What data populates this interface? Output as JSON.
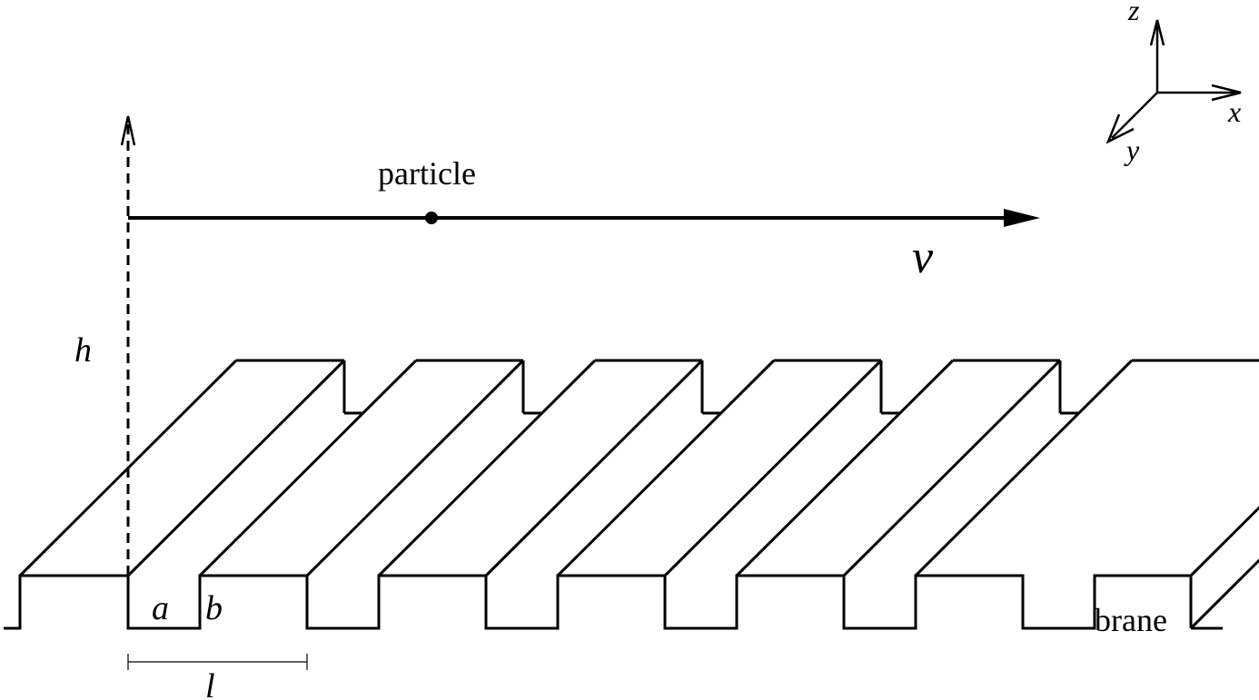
{
  "labels": {
    "particle": "particle",
    "velocity": "v",
    "height": "h",
    "width_a": "a",
    "width_b": "b",
    "period": "l",
    "brane": "brane"
  },
  "axes": {
    "x": "x",
    "y": "y",
    "z": "z"
  },
  "grating": {
    "periods": 6
  },
  "colors": {
    "ink": "#000000",
    "background": "#ffffff"
  }
}
